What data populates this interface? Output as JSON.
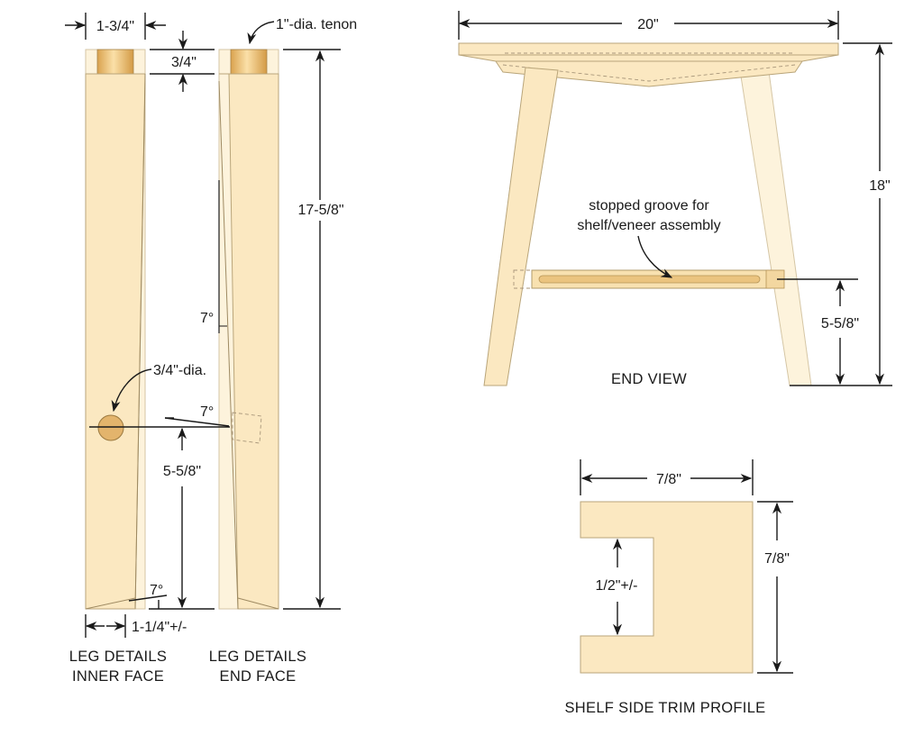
{
  "colors": {
    "wood": "#fbe8c1",
    "wood_light": "#fdf3dc",
    "wood_outline": "#b9a57a",
    "tenon": "#e6b468",
    "dowel_hole": "#e3b46c",
    "line": "#1a1a1a"
  },
  "leg_details": {
    "inner_face": {
      "caption_line1": "LEG DETAILS",
      "caption_line2": "INNER FACE",
      "width_dim": "1-3/4\"",
      "bottom_dim": "1-1/4\"+/-",
      "hole_label": "3/4\"-dia.",
      "hole_height_dim": "5-5/8\"",
      "bottom_angle": "7°"
    },
    "end_face": {
      "caption_line1": "LEG DETAILS",
      "caption_line2": "END FACE",
      "tenon_label": "1\"-dia. tenon",
      "tenon_length_dim": "3/4\"",
      "height_dim": "17-5/8\"",
      "taper_angle": "7°",
      "stretcher_angle": "7°"
    }
  },
  "end_view": {
    "caption": "END VIEW",
    "width_dim": "20\"",
    "height_dim": "18\"",
    "shelf_height_dim": "5-5/8\"",
    "groove_label_line1": "stopped groove for",
    "groove_label_line2": "shelf/veneer assembly"
  },
  "trim_profile": {
    "caption": "SHELF SIDE TRIM PROFILE",
    "width_dim": "7/8\"",
    "height_dim": "7/8\"",
    "groove_dim": "1/2\"+/-"
  }
}
